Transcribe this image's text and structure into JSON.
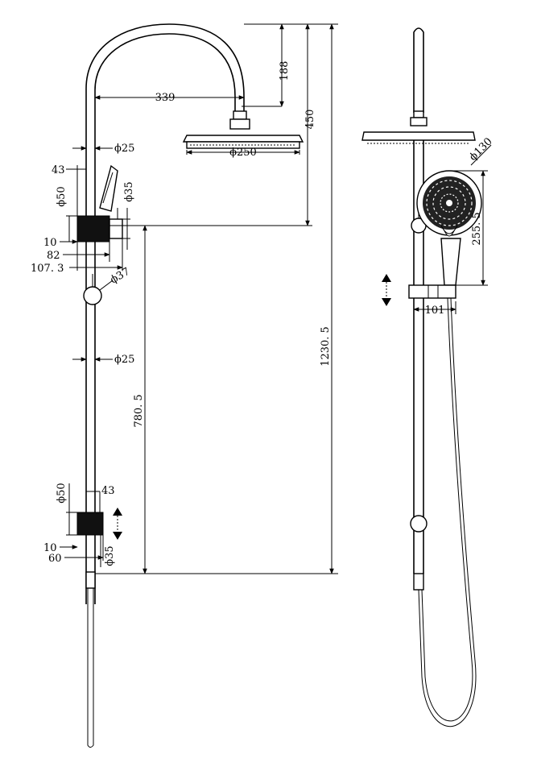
{
  "drawing": {
    "line_color": "#000000",
    "background": "#ffffff",
    "front_view": {
      "dim_arm_drop": "188",
      "dim_arm_reach": "339",
      "dim_head_height": "450",
      "dim_rail_dia_top": "ϕ25",
      "dim_head_dia": "ϕ250",
      "dim_upper_43": "43",
      "dim_upper_50": "ϕ50",
      "dim_upper_35": "ϕ35",
      "dim_upper_10": "10",
      "dim_upper_82": "82",
      "dim_upper_1073": "107. 3",
      "dim_knob_37": "ϕ37",
      "dim_rail_dia_mid": "ϕ25",
      "dim_mount_height": "780. 5",
      "dim_total_height": "1230. 5",
      "dim_lower_50": "ϕ50",
      "dim_lower_43": "43",
      "dim_lower_10": "10",
      "dim_lower_60": "60",
      "dim_lower_35": "ϕ35"
    },
    "side_view": {
      "dim_hand_dia": "ϕ130",
      "dim_hand_height": "255. 5",
      "dim_slider_101": "101"
    }
  }
}
